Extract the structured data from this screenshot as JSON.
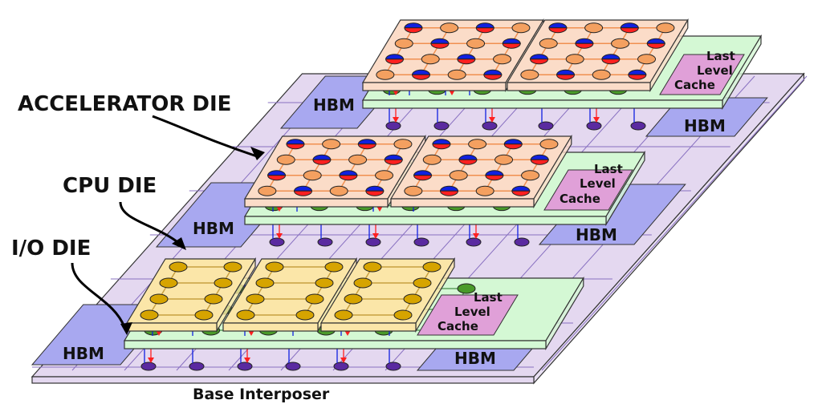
{
  "labels": {
    "accelerator_die": "ACCELERATOR DIE",
    "cpu_die": "CPU DIE",
    "io_die": "I/O DIE",
    "base": "Base Interposer",
    "hbm": "HBM",
    "llc_line1": "Last",
    "llc_line2": "Level",
    "llc_line3": "Cache"
  },
  "colors": {
    "base": "#e4d8f0",
    "hbm": "#a8a8f0",
    "io_die": "#d4f8d4",
    "io_node": "#4a9a2a",
    "base_node": "#5a2aa0",
    "cpu_die": "#fbe6a8",
    "cpu_node": "#d6a400",
    "acc_die": "#fbdcc8",
    "acc_node": "#f4a060",
    "llc": "#e0a0d8",
    "red": "#ff2020",
    "blue": "#1020e0"
  }
}
